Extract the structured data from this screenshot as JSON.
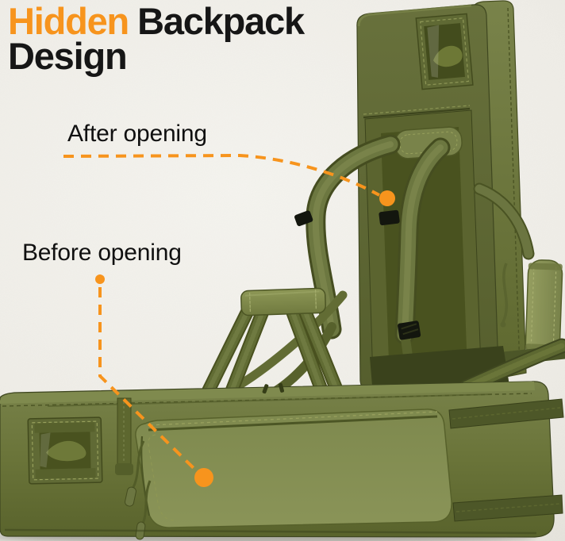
{
  "title": {
    "accent": "Hidden",
    "rest": "Backpack",
    "line2": "Design"
  },
  "annotations": {
    "after": {
      "label": "After opening"
    },
    "before": {
      "label": "Before opening"
    }
  },
  "colors": {
    "accent_orange": "#F7941D",
    "title_black": "#161616",
    "background_paper": "#F0EEE8",
    "case_olive_dark": "#5C6433",
    "case_olive_mid": "#6E7840",
    "case_olive_light": "#7E8950",
    "webbing_dark": "#4C5628"
  }
}
